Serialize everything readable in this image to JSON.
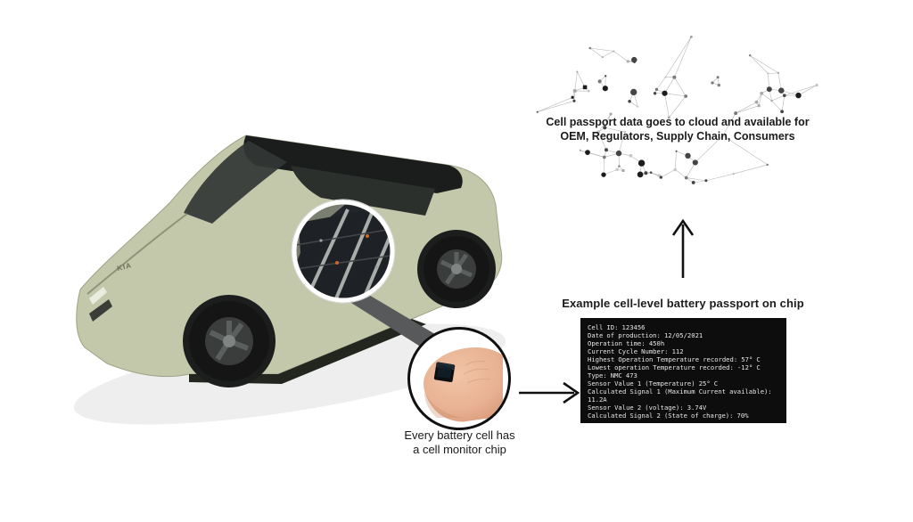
{
  "figure": {
    "car": {
      "brand": "KIA"
    },
    "chip": {
      "caption_line1": "Every battery cell has",
      "caption_line2": "a cell monitor chip"
    },
    "passport": {
      "title": "Example cell-level battery passport on chip",
      "lines": [
        "Cell ID: 123456",
        "Date of production: 12/05/2021",
        "Operation time: 450h",
        "Current Cycle Number: 112",
        "Highest Operation Temperature recorded: 57° C",
        "Lowest operation Temperature recorded: -12° C",
        "Type: NMC 473",
        "Sensor Value 1 (Temperature) 25° C",
        "Calculated Signal 1 (Maximum Current available): 11.2A",
        "Sensor Value 2 (voltage): 3.74V",
        "Calculated Signal 2 (State of charge): 70%"
      ]
    },
    "cloud": {
      "caption_line1": "Cell passport data goes to cloud and available for",
      "caption_line2": "OEM, Regulators, Supply Chain, Consumers"
    },
    "colors": {
      "car_body": "#c3c8ab",
      "terminal_bg": "#0d0d0d",
      "terminal_text": "#e8e8e8",
      "accent_dark": "#111111"
    }
  }
}
